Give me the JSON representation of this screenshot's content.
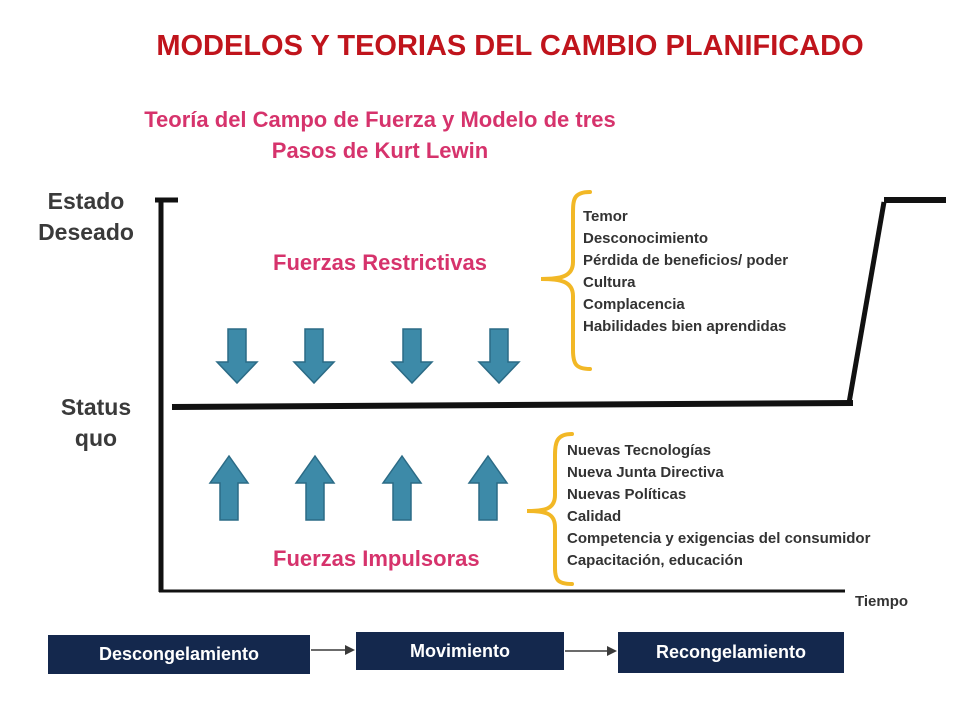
{
  "title": "MODELOS Y TEORIAS DEL CAMBIO PLANIFICADO",
  "subtitle_line1": "Teoría del Campo de Fuerza y Modelo de tres",
  "subtitle_line2": "Pasos de Kurt Lewin",
  "axis": {
    "desired_line1": "Estado",
    "desired_line2": "Deseado",
    "status_line1": "Status",
    "status_line2": "quo",
    "time": "Tiempo"
  },
  "restraining": {
    "label": "Fuerzas Restrictivas",
    "items": [
      "Temor",
      "Desconocimiento",
      "Pérdida de beneficios/ poder",
      "Cultura",
      "Complacencia",
      "Habilidades bien aprendidas"
    ]
  },
  "driving": {
    "label": "Fuerzas Impulsoras",
    "items": [
      "Nuevas Tecnologías",
      "Nueva Junta Directiva",
      "Nuevas Políticas",
      "Calidad",
      "Competencia y exigencias del consumidor",
      "Capacitación, educación"
    ]
  },
  "phases": [
    "Descongelamiento",
    "Movimiento",
    "Recongelamiento"
  ],
  "colors": {
    "title": "#c0141c",
    "subtitle": "#d6336c",
    "arrow_fill": "#3d8aa8",
    "brace": "#f2b826",
    "phase_box": "#14284d",
    "axis": "#111111"
  }
}
